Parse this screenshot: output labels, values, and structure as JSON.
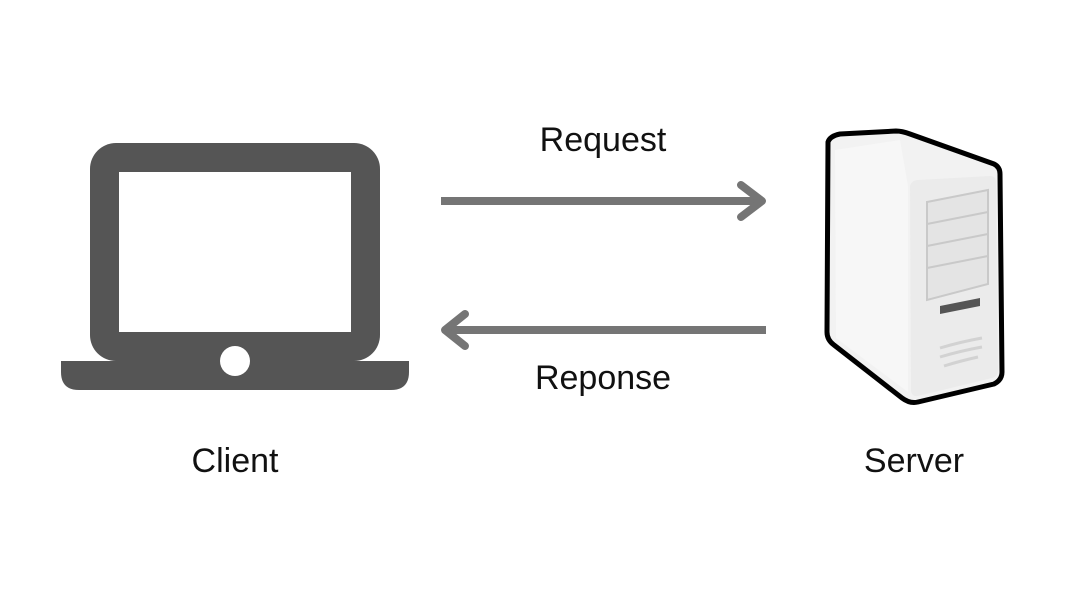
{
  "labels": {
    "request": "Request",
    "response": "Reponse",
    "client": "Client",
    "server": "Server"
  },
  "icons": {
    "client": "laptop-icon",
    "server": "server-tower-icon",
    "request_arrow": "arrow-right-icon",
    "response_arrow": "arrow-left-icon"
  },
  "colors": {
    "laptop": "#555555",
    "arrow": "#757575",
    "server_body": "#f2f2f2",
    "server_outline": "#000000",
    "text": "#111111"
  }
}
